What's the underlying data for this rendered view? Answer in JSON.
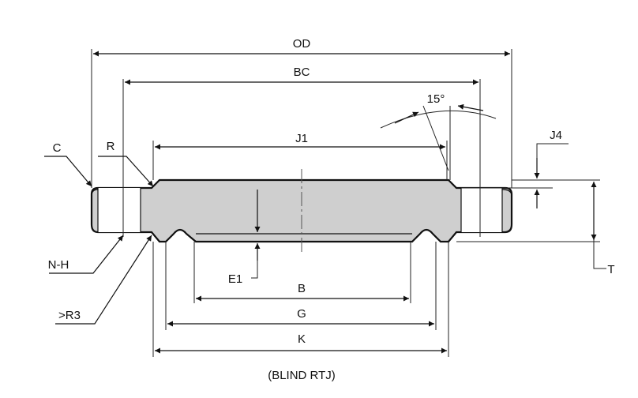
{
  "diagram": {
    "labels": {
      "od": "OD",
      "bc": "BC",
      "j1": "J1",
      "angle": "15°",
      "j4": "J4",
      "c": "C",
      "r": "R",
      "nh": "N-H",
      "r3": ">R3",
      "e1": "E1",
      "b": "B",
      "g": "G",
      "k": "K",
      "t": "T",
      "caption": "(BLIND RTJ)"
    }
  }
}
